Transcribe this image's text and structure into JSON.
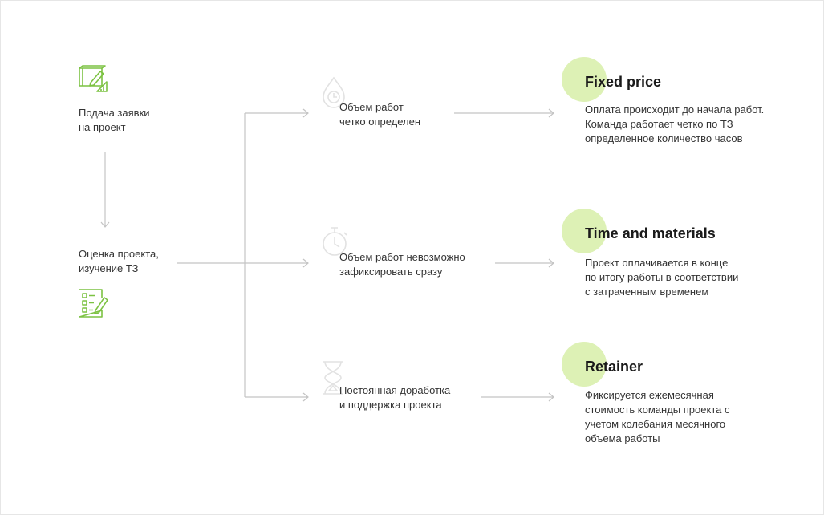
{
  "steps": {
    "submit": {
      "label": "Подача заявки\nна проект",
      "icon": "drafting-icon"
    },
    "evaluate": {
      "label": "Оценка проекта,\nизучение ТЗ",
      "icon": "checklist-icon"
    }
  },
  "conditions": [
    {
      "label": "Объем работ\nчетко определен",
      "icon": "drop-clock-icon"
    },
    {
      "label": "Объем работ невозможно\nзафиксировать сразу",
      "icon": "stopwatch-icon"
    },
    {
      "label": "Постоянная доработка\nи поддержка проекта",
      "icon": "hourglass-icon"
    }
  ],
  "models": [
    {
      "title": "Fixed price",
      "description": "Оплата происходит до начала работ.\nКоманда работает четко по ТЗ\nопределенное количество часов"
    },
    {
      "title": "Time and materials",
      "description": "Проект оплачивается в конце\nпо итогу работы в соответствии\nс затраченным временем"
    },
    {
      "title": "Retainer",
      "description": "Фиксируется ежемесячная\nстоимость команды проекта с\nучетом колебания месячного\nобъема работы"
    }
  ],
  "colors": {
    "accent": "#7cc242",
    "accent_soft": "#ddf1b5",
    "line": "#c4c4c4",
    "icon_muted": "#e2e2e2"
  }
}
